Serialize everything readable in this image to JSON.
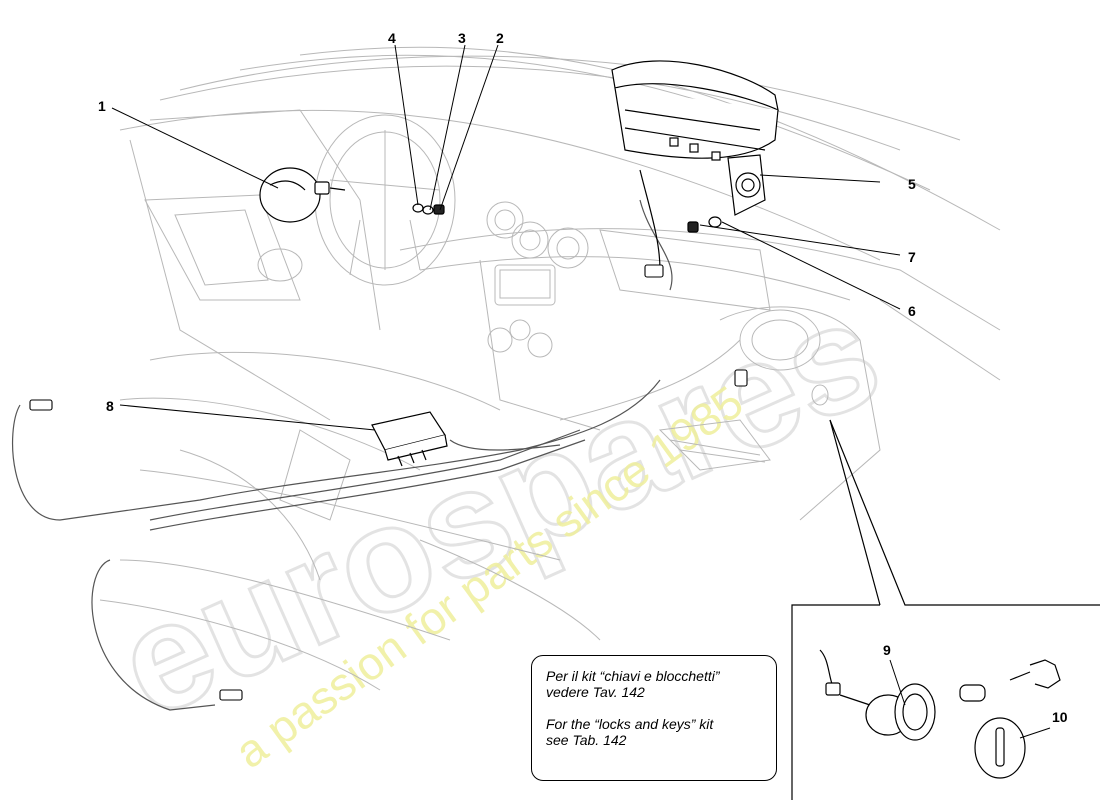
{
  "callouts": [
    "1",
    "2",
    "3",
    "4",
    "5",
    "6",
    "7",
    "8",
    "9",
    "10"
  ],
  "note": {
    "it_line1": "Per il kit “chiavi e blocchetti”",
    "it_line2": "vedere Tav. 142",
    "en_line1": "For the “locks and keys” kit",
    "en_line2": "see Tab. 142"
  },
  "watermark": {
    "brand": "eurospares",
    "tagline": "a passion for parts since 1985"
  },
  "colors": {
    "line": "#000000",
    "watermark_text": "#e6e68a",
    "watermark_logo": "#d8d8d8"
  }
}
